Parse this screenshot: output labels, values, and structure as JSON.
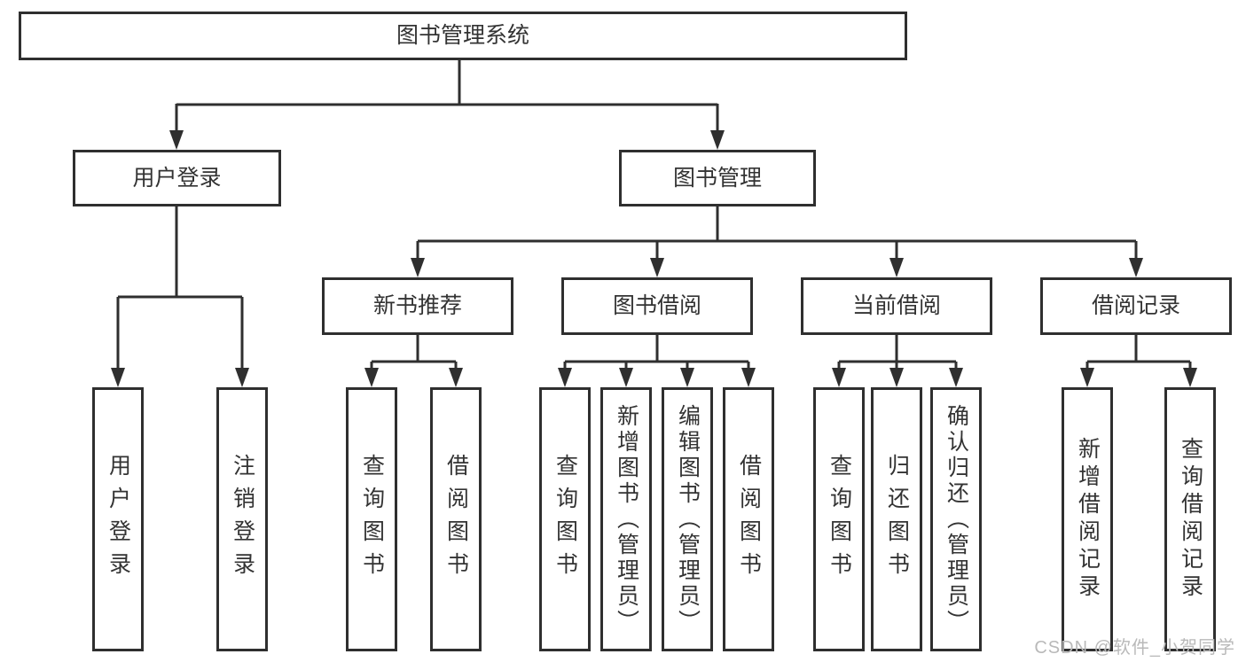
{
  "diagram": {
    "root": {
      "label": "图书管理系统"
    },
    "user_login": {
      "label": "用户登录",
      "children": [
        {
          "label": "用户登录"
        },
        {
          "label": "注销登录"
        }
      ]
    },
    "book_management": {
      "label": "图书管理",
      "new_book": {
        "label": "新书推荐",
        "children": [
          {
            "label": "查询图书"
          },
          {
            "label": "借阅图书"
          }
        ]
      },
      "book_borrow": {
        "label": "图书借阅",
        "children": [
          {
            "label": "查询图书"
          },
          {
            "label": "新增图书（管理员）"
          },
          {
            "label": "编辑图书（管理员）"
          },
          {
            "label": "借阅图书"
          }
        ]
      },
      "current_borrow": {
        "label": "当前借阅",
        "children": [
          {
            "label": "查询图书"
          },
          {
            "label": "归还图书"
          },
          {
            "label": "确认归还（管理员）"
          }
        ]
      },
      "borrow_records": {
        "label": "借阅记录",
        "children": [
          {
            "label": "新增借阅记录"
          },
          {
            "label": "查询借阅记录"
          }
        ]
      }
    }
  },
  "watermark": {
    "text": "CSDN @软件_小贺同学"
  },
  "colors": {
    "line": "#2f2f2f",
    "text": "#333333",
    "background": "#ffffff",
    "watermark": "#b9b9b9"
  }
}
